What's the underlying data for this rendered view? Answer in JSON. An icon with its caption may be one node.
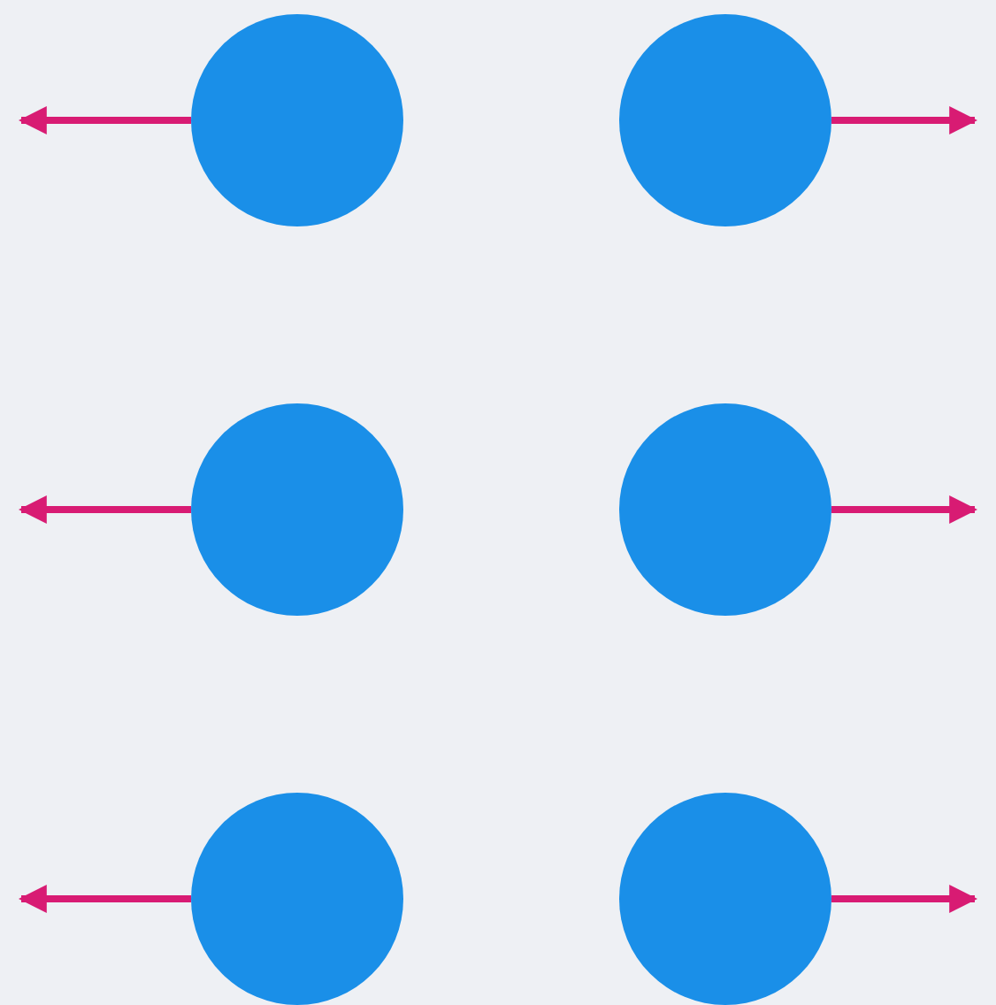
{
  "diagram": {
    "nodes": [
      {
        "text": [],
        "shape": "circle"
      },
      {
        "text": [],
        "shape": "circle"
      },
      {
        "text": [],
        "shape": "circle"
      },
      {
        "text": [],
        "shape": "circle"
      },
      {
        "text": [],
        "shape": "circle"
      },
      {
        "text": [],
        "shape": "circle"
      }
    ],
    "edges": [
      {
        "from": 0,
        "to": null,
        "arrow": "to"
      },
      {
        "from": 1,
        "to": null,
        "arrow": "to"
      },
      {
        "from": 2,
        "to": null,
        "arrow": "to"
      },
      {
        "from": 3,
        "to": null,
        "arrow": "to"
      },
      {
        "from": 4,
        "to": null,
        "arrow": "to"
      },
      {
        "from": 5,
        "to": null,
        "arrow": "to"
      }
    ]
  }
}
